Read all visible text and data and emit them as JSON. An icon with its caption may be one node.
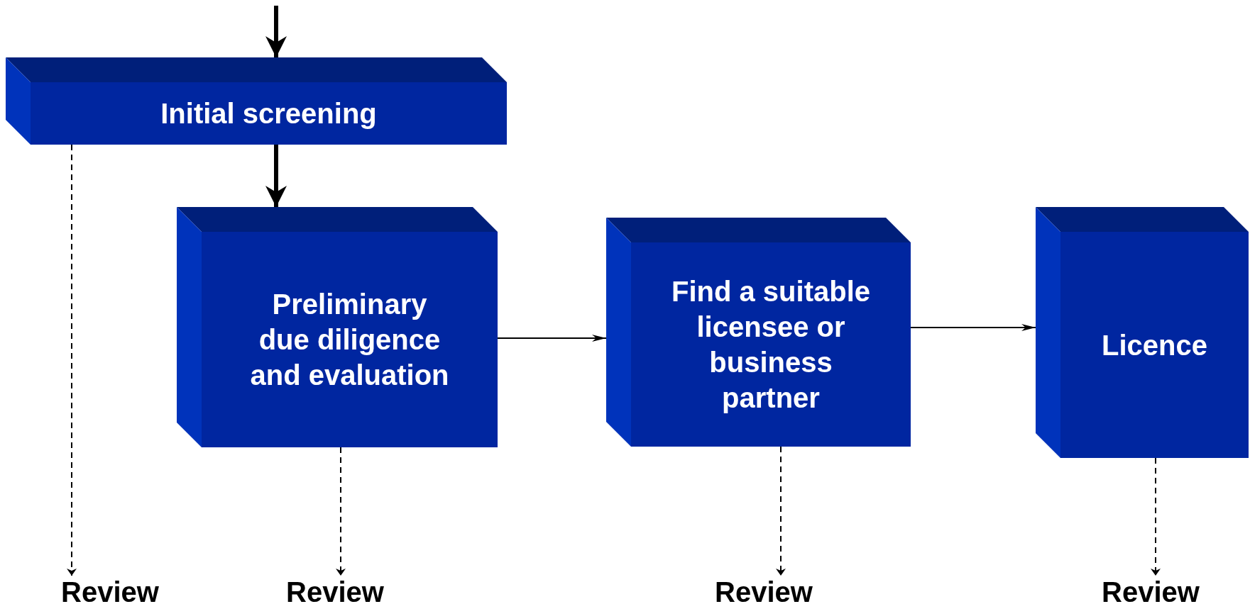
{
  "diagram": {
    "nodes": [
      {
        "text": [
          "Initial screening"
        ]
      },
      {
        "text": [
          "Preliminary due diligence and evaluation"
        ]
      },
      {
        "text": [
          "Find a suitable licensee or business partner"
        ]
      },
      {
        "text": [
          "Licence"
        ]
      },
      {
        "text": [
          "Review"
        ]
      },
      {
        "text": [
          "Review"
        ]
      },
      {
        "text": [
          "Review"
        ]
      },
      {
        "text": [
          "Review"
        ]
      }
    ],
    "edges": [
      {
        "from": null,
        "to": 0,
        "arrow": "to",
        "style": "thick"
      },
      {
        "from": 0,
        "to": 1,
        "arrow": "to",
        "style": "thick"
      },
      {
        "from": 1,
        "to": 2,
        "arrow": "to"
      },
      {
        "from": 2,
        "to": 3,
        "arrow": "to"
      },
      {
        "from": 0,
        "to": 4,
        "arrow": "to",
        "style": "dashed"
      },
      {
        "from": 1,
        "to": 5,
        "arrow": "to",
        "style": "dashed"
      },
      {
        "from": 2,
        "to": 6,
        "arrow": "to",
        "style": "dashed"
      },
      {
        "from": 3,
        "to": 7,
        "arrow": "to",
        "style": "dashed"
      }
    ]
  }
}
